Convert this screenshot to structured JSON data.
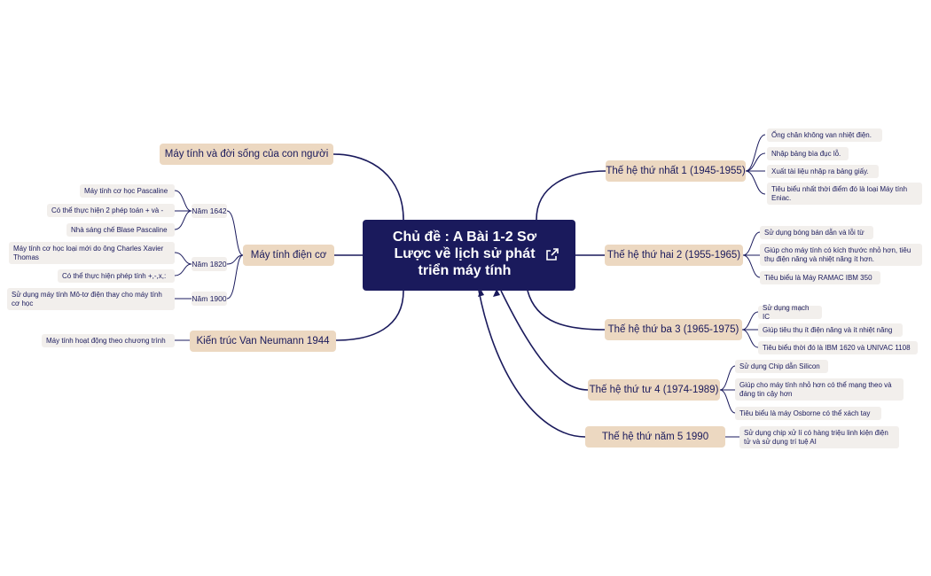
{
  "center": {
    "title": "Chủ đề : A Bài 1-2 Sơ Lược về lịch sử phát triển máy tính"
  },
  "left": {
    "life": "Máy tính và đời sống của con người",
    "mech": "Máy tính điện cơ",
    "years": [
      "Năm 1642",
      "Năm 1820",
      "Năm 1900"
    ],
    "leaves1642": [
      "Máy tính cơ học Pascaline",
      "Có thể thực hiện 2 phép toán + và -",
      "Nhà sáng chế  Blase Pascaline"
    ],
    "leaves1820": [
      "Máy tính cơ học loại mới do ông Charles Xavier Thomas",
      "Có thể thực hiện phép tính +,-,x,:"
    ],
    "leaves1900": [
      "Sử dụng máy tính Mô-tơ điện thay cho máy tính cơ học"
    ],
    "vonneumann": "Kiến trúc Van Neumann 1944",
    "vonleaf": "Máy tính hoạt động theo chương trình"
  },
  "right": {
    "gen1": {
      "label": "Thế hệ thứ nhất 1 (1945-1955)",
      "items": [
        "Ống chân không van nhiệt điện.",
        "Nhập bảng bìa đục lỗ.",
        "Xuất tài liệu nhập ra bảng giấy.",
        "Tiêu biểu nhất thời điểm đó là loại Máy tính Eniac."
      ]
    },
    "gen2": {
      "label": "Thế hệ thứ hai 2 (1955-1965)",
      "items": [
        "Sử dụng bóng bán dẫn và lỗi từ",
        "Giúp cho máy tính có kích thước nhỏ hơn, tiêu thụ điện năng và nhiệt năng ít hơn.",
        "Tiêu biểu là Máy RAMAC IBM 350"
      ]
    },
    "gen3": {
      "label": "Thế hệ thứ ba 3 (1965-1975)",
      "items": [
        "Sử dụng mạch IC",
        "Giúp tiêu thụ ít điện năng và ít nhiệt năng",
        "Tiêu biểu thời đó là IBM 1620 và UNIVAC 1108"
      ]
    },
    "gen4": {
      "label": "Thế hệ thứ tư 4 (1974-1989)",
      "items": [
        "Sử dụng Chip dẫn Silicon",
        "Giúp cho máy tính nhỏ hơn có thể mạng theo và đáng tin cậy hơn",
        "Tiêu biểu là máy Osborne có thể xách tay"
      ]
    },
    "gen5": {
      "label": "Thế hệ thứ năm 5 1990",
      "items": [
        "Sử dụng chip xử lí có hàng triệu linh kiện điện tử và sử dụng trí tuệ AI"
      ]
    }
  },
  "icons": {
    "open": "external-link-icon"
  },
  "colors": {
    "center_bg": "#1a1a5c",
    "branch_bg": "#ecd8c1",
    "leaf_bg": "#f2efec",
    "line": "#1a1a5c"
  }
}
